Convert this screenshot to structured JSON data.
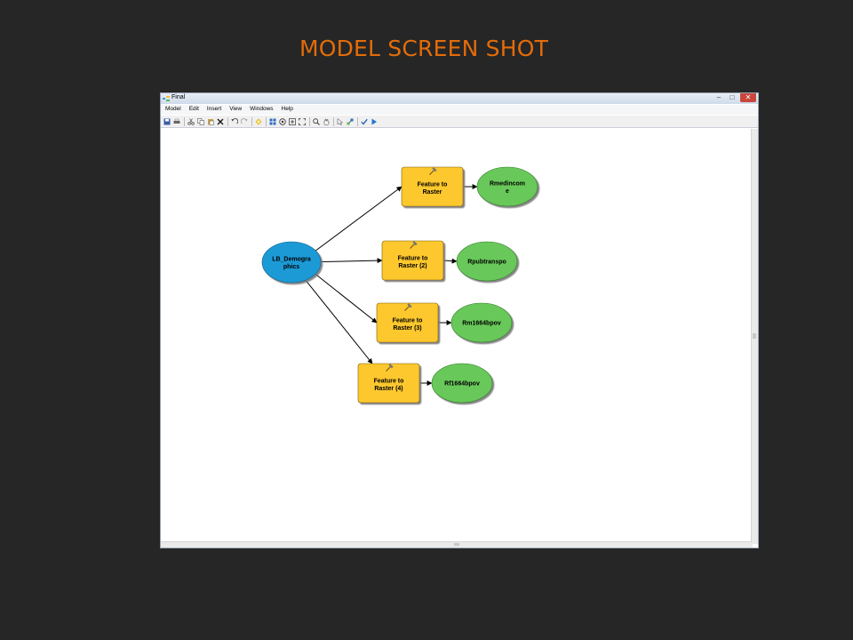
{
  "slide": {
    "title": "MODEL SCREEN SHOT"
  },
  "window": {
    "title": "Final",
    "controls": {
      "minimize": "–",
      "maximize": "□",
      "close": "✕"
    }
  },
  "menu": [
    "Model",
    "Edit",
    "Insert",
    "View",
    "Windows",
    "Help"
  ],
  "toolbar_icons": [
    "save-icon",
    "print-icon",
    "cut-icon",
    "copy-icon",
    "paste-icon",
    "delete-icon",
    "undo-icon",
    "redo-icon",
    "add-data-icon",
    "auto-layout-icon",
    "full-extent-icon",
    "zoom-in-icon",
    "zoom-out-icon",
    "select-icon",
    "pan-icon",
    "connect-icon",
    "validate-icon",
    "run-icon"
  ],
  "model": {
    "input": {
      "label_lines": [
        "LB_Demogra",
        "phics"
      ],
      "color": "#1e9ad6"
    },
    "tools": [
      {
        "label_lines": [
          "Feature to",
          "Raster"
        ]
      },
      {
        "label_lines": [
          "Feature to",
          "Raster (2)"
        ]
      },
      {
        "label_lines": [
          "Feature to",
          "Raster (3)"
        ]
      },
      {
        "label_lines": [
          "Feature to",
          "Raster (4)"
        ]
      }
    ],
    "outputs": [
      {
        "label_lines": [
          "Rmedincom",
          "e"
        ]
      },
      {
        "label_lines": [
          "Rpubtranspo"
        ]
      },
      {
        "label_lines": [
          "Rm1664bpov"
        ]
      },
      {
        "label_lines": [
          "Rf1664bpov"
        ]
      }
    ],
    "colors": {
      "tool": "#fdc82f",
      "output": "#69c85a",
      "connector": "#000000"
    }
  }
}
